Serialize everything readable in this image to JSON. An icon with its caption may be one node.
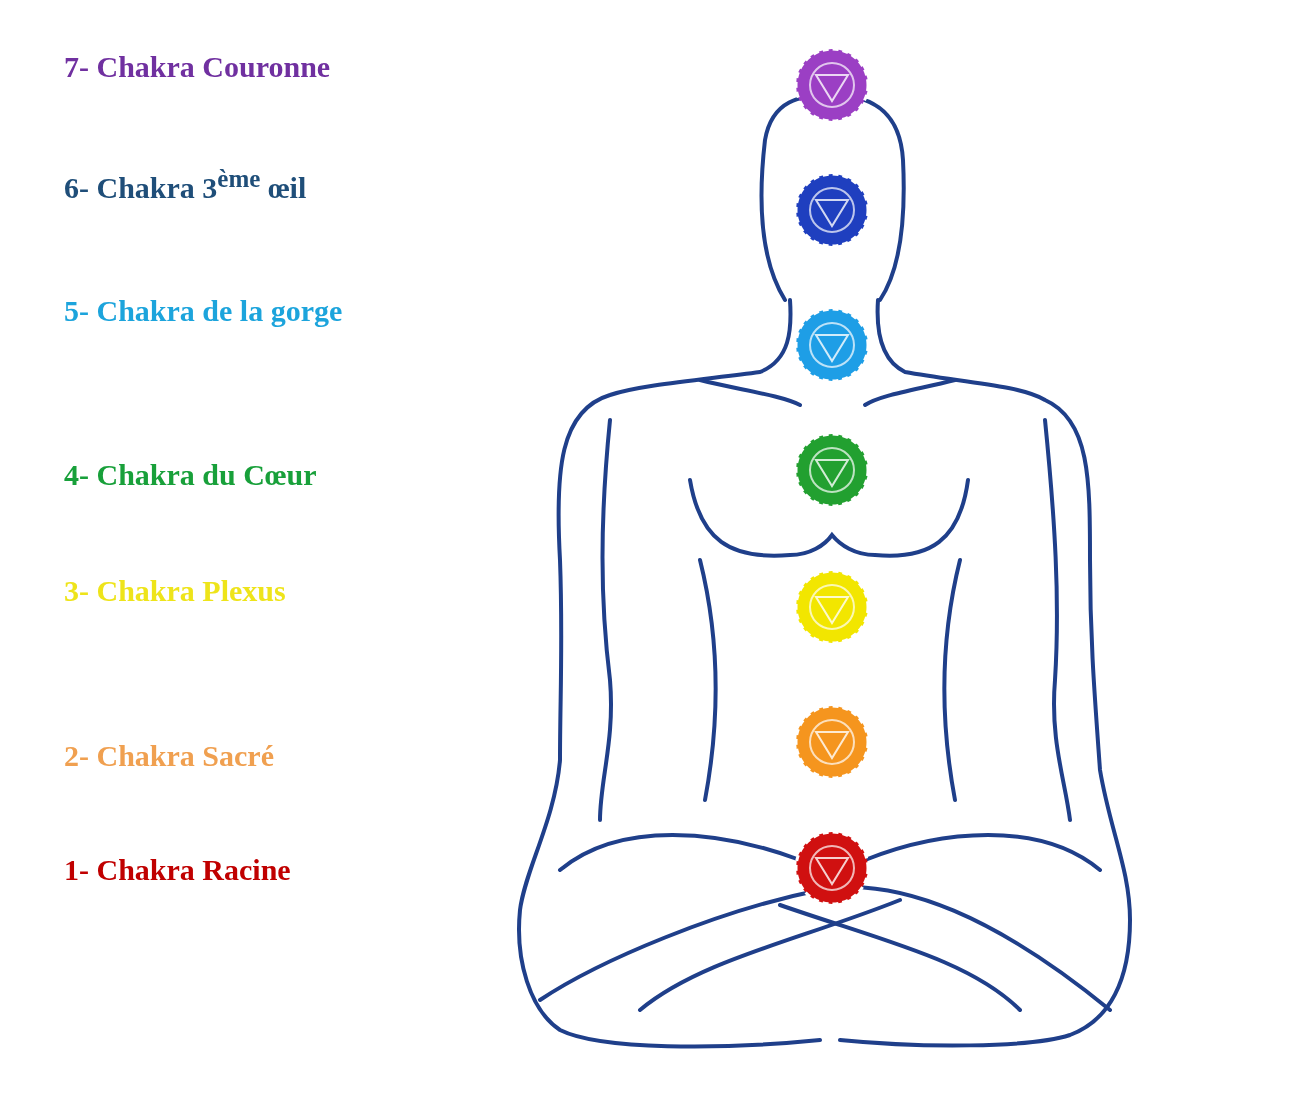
{
  "diagram": {
    "labels": [
      "7- Chakra Couronne",
      "6- Chakra 3$^{ème}$ œil",
      "5- Chakra de la gorge",
      "4- Chakra du Cœur",
      "3- Chakra Plexus",
      "2- Chakra Sacré",
      "1- Chakra Racine"
    ]
  }
}
